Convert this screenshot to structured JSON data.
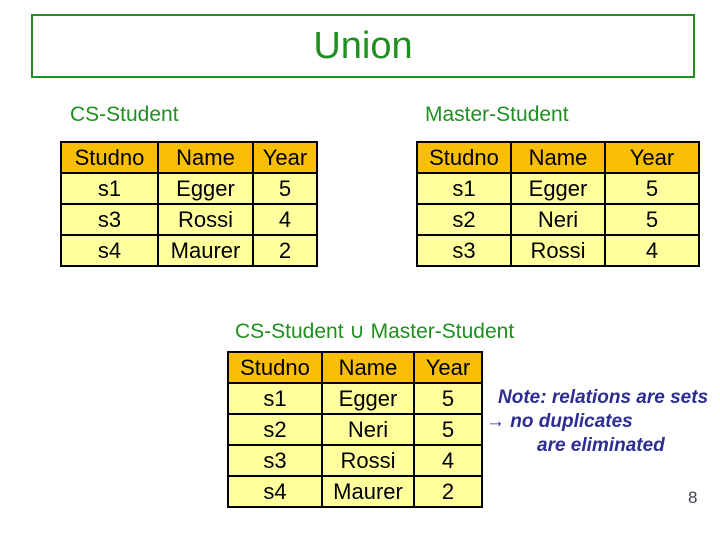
{
  "slide": {
    "title": "Union",
    "page_number": "8"
  },
  "labels": {
    "cs": "CS-Student",
    "master": "Master-Student",
    "union_expression": "CS-Student ∪ Master-Student"
  },
  "tables": {
    "columns": [
      "Studno",
      "Name",
      "Year"
    ],
    "cs_rows": [
      [
        "s1",
        "Egger",
        "5"
      ],
      [
        "s3",
        "Rossi",
        "4"
      ],
      [
        "s4",
        "Maurer",
        "2"
      ]
    ],
    "master_rows": [
      [
        "s1",
        "Egger",
        "5"
      ],
      [
        "s2",
        "Neri",
        "5"
      ],
      [
        "s3",
        "Rossi",
        "4"
      ]
    ],
    "union_rows": [
      [
        "s1",
        "Egger",
        "5"
      ],
      [
        "s2",
        "Neri",
        "5"
      ],
      [
        "s3",
        "Rossi",
        "4"
      ],
      [
        "s4",
        "Maurer",
        "2"
      ]
    ]
  },
  "note": {
    "line1": "Note: relations are sets",
    "line2": "→ no duplicates",
    "line3": "are eliminated"
  },
  "colors": {
    "green_text": "#1F8F1F",
    "table_header_gold": "#FABE05",
    "table_cell_yellow": "#FFFF9E",
    "note_blue": "#2D2D91",
    "border_black": "#000000"
  }
}
